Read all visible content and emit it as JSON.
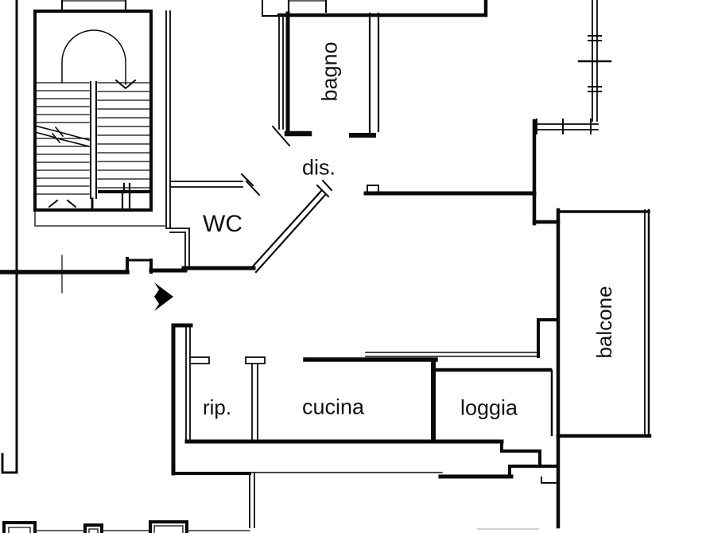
{
  "document": {
    "type": "floor-plan"
  },
  "colors": {
    "line": "#0a0a0a",
    "background": "#ffffff"
  },
  "rooms": {
    "bagno": {
      "label": "bagno"
    },
    "dis": {
      "label": "dis."
    },
    "wc": {
      "label": "WC"
    },
    "rip": {
      "label": "rip."
    },
    "cucina": {
      "label": "cucina"
    },
    "loggia": {
      "label": "loggia"
    },
    "balcone": {
      "label": "balcone"
    }
  }
}
